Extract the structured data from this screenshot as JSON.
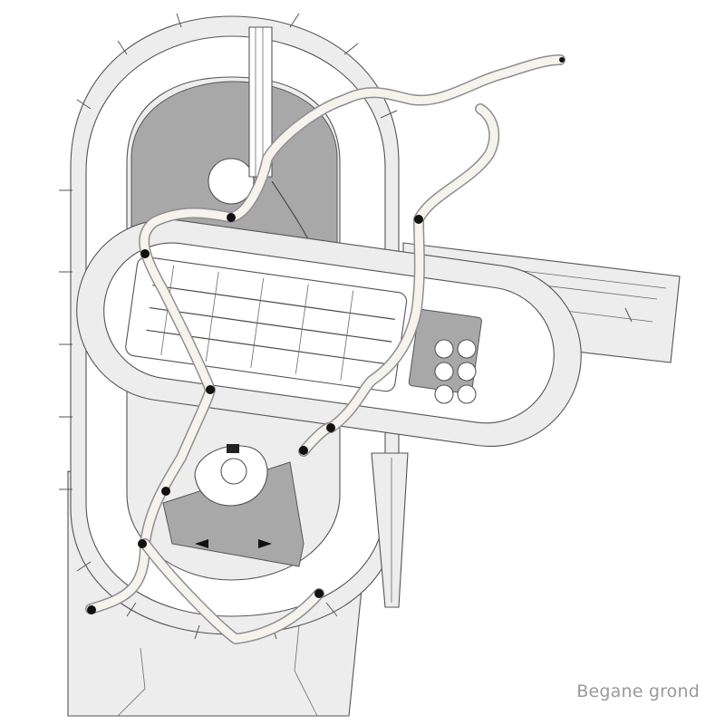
{
  "drawing": {
    "floor_label": "Begane grond",
    "colors": {
      "background": "#ffffff",
      "ground": "#ededed",
      "courtyard": "#a8a8a8",
      "line": "#4a4a4a",
      "path": "#f6f2ec",
      "node": "#111111",
      "label": "#9a9a9a"
    },
    "elements": [
      "garden-ring",
      "central-courtyard",
      "parking-hall",
      "east-wing",
      "south-pavilion",
      "meandering-path",
      "route-nodes",
      "silo-tanks"
    ]
  }
}
